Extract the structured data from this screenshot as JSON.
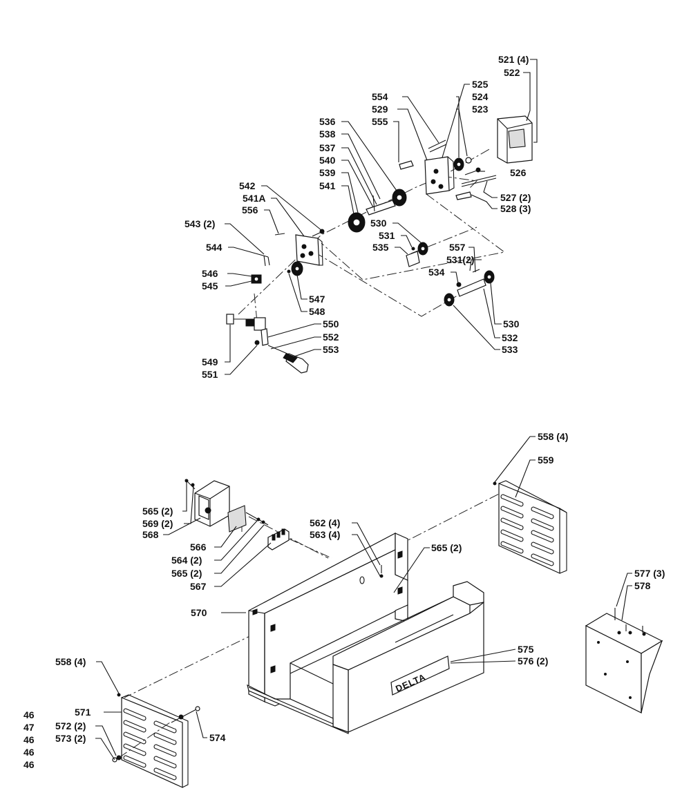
{
  "callouts": {
    "p521": "521 (4)",
    "p522": "522",
    "p525": "525",
    "p554": "554",
    "p524": "524",
    "p529": "529",
    "p523": "523",
    "p555": "555",
    "p536": "536",
    "p538": "538",
    "p537": "537",
    "p526": "526",
    "p540": "540",
    "p539": "539",
    "p527": "527 (2)",
    "p542": "542",
    "p541": "541",
    "p528": "528 (3)",
    "p541a": "541A",
    "p556": "556",
    "p530a": "530",
    "p543": "543 (2)",
    "p531a": "531",
    "p544": "544",
    "p535": "535",
    "p557": "557",
    "p531b": "531(2)",
    "p546": "546",
    "p534": "534",
    "p545": "545",
    "p547": "547",
    "p548": "548",
    "p530b": "530",
    "p550": "550",
    "p532": "532",
    "p552": "552",
    "p533": "533",
    "p553": "553",
    "p549": "549",
    "p551": "551",
    "p558a": "558 (4)",
    "p559": "559",
    "p565a": "565 (2)",
    "p569": "569 (2)",
    "p568": "568",
    "p562": "562 (4)",
    "p563": "563 (4)",
    "p565c": "565 (2)",
    "p566": "566",
    "p564": "564 (2)",
    "p565b": "565 (2)",
    "p567": "567",
    "p577": "577 (3)",
    "p578": "578",
    "p570": "570",
    "p575": "575",
    "p576": "576 (2)",
    "p558b": "558 (4)",
    "p571": "571",
    "p572": "572 (2)",
    "p573": "573 (2)",
    "p574": "574"
  },
  "brand_plate": "DELTA",
  "cropped_margin": [
    "46",
    "47",
    "46",
    "46",
    "46"
  ]
}
